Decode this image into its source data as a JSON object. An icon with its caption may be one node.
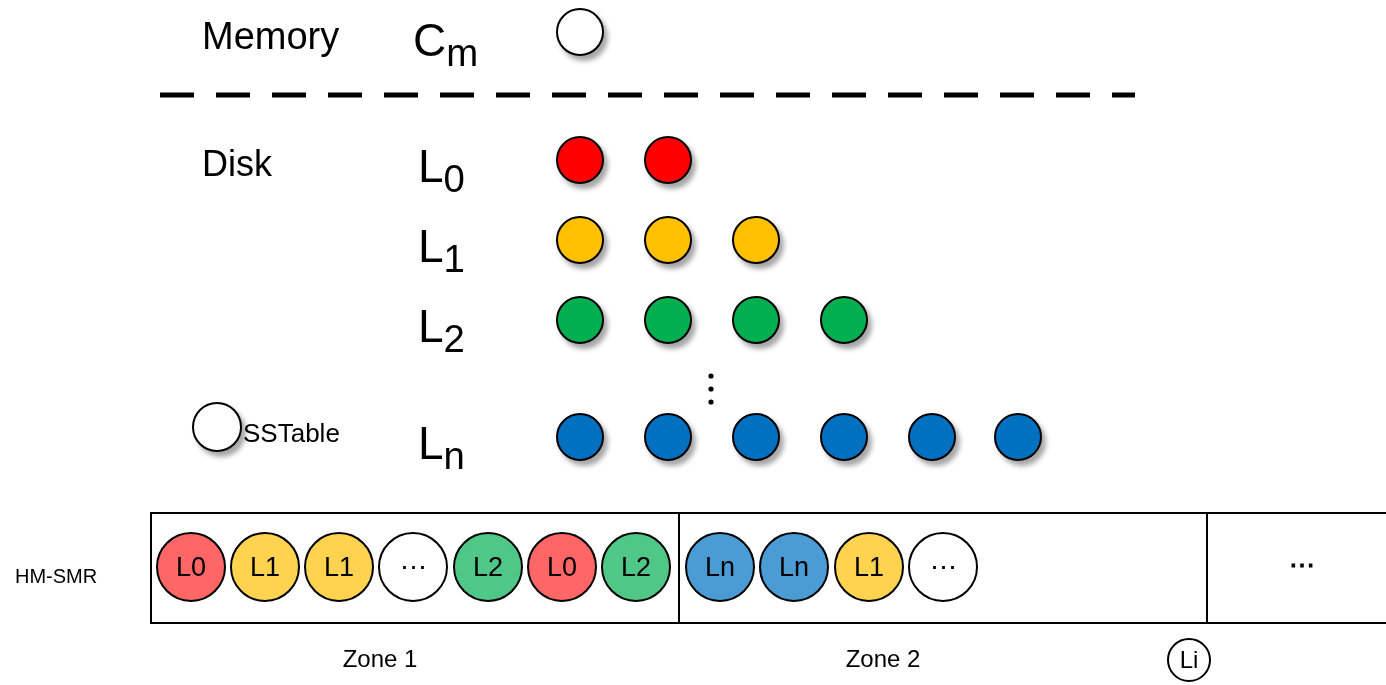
{
  "diagram": {
    "nodes": [
      {
        "text": [],
        "shape": "circle"
      },
      {
        "text": [],
        "shape": "circle"
      },
      {
        "text": [],
        "shape": "circle"
      },
      {
        "text": [],
        "shape": "circle"
      },
      {
        "text": [],
        "shape": "circle"
      },
      {
        "text": [],
        "shape": "circle"
      },
      {
        "text": [],
        "shape": "circle"
      },
      {
        "text": [],
        "shape": "circle"
      },
      {
        "text": [],
        "shape": "circle"
      },
      {
        "text": [],
        "shape": "circle"
      },
      {
        "text": [],
        "shape": "circle"
      },
      {
        "text": [],
        "shape": "circle"
      },
      {
        "text": [],
        "shape": "circle"
      },
      {
        "text": [],
        "shape": "circle"
      },
      {
        "text": [],
        "shape": "circle"
      },
      {
        "text": [],
        "shape": "circle"
      },
      {
        "text": [],
        "shape": "box",
        "beside": [
          "Zone 1"
        ]
      },
      {
        "text": [
          "L0"
        ],
        "in": 16
      },
      {
        "text": [
          "L1"
        ],
        "in": 16
      },
      {
        "text": [
          "L1"
        ],
        "in": 16
      },
      {
        "text": [
          "⋯"
        ],
        "in": 16
      },
      {
        "text": [
          "L2"
        ],
        "in": 16
      },
      {
        "text": [
          "L0"
        ],
        "in": 16
      },
      {
        "text": [
          "L2"
        ],
        "in": 16
      },
      {
        "text": [],
        "shape": "box",
        "beside": [
          "Zone 2"
        ]
      },
      {
        "text": [
          "Ln"
        ],
        "in": 24
      },
      {
        "text": [
          "Ln"
        ],
        "in": 24
      },
      {
        "text": [
          "L1"
        ],
        "in": 24
      },
      {
        "text": [
          "⋯"
        ],
        "in": 24
      },
      {
        "text": [
          "⋯"
        ]
      },
      {
        "text": [
          "Li"
        ]
      }
    ],
    "edges": [],
    "labels": [
      "Memory",
      "C$_{m}$",
      "Disk",
      "L$_{0}$",
      "L$_{1}$",
      "L$_{2}$",
      "L$_{n}$",
      "HM-SMR"
    ],
    "legend": [
      {
        "text": "SSTable"
      }
    ]
  }
}
